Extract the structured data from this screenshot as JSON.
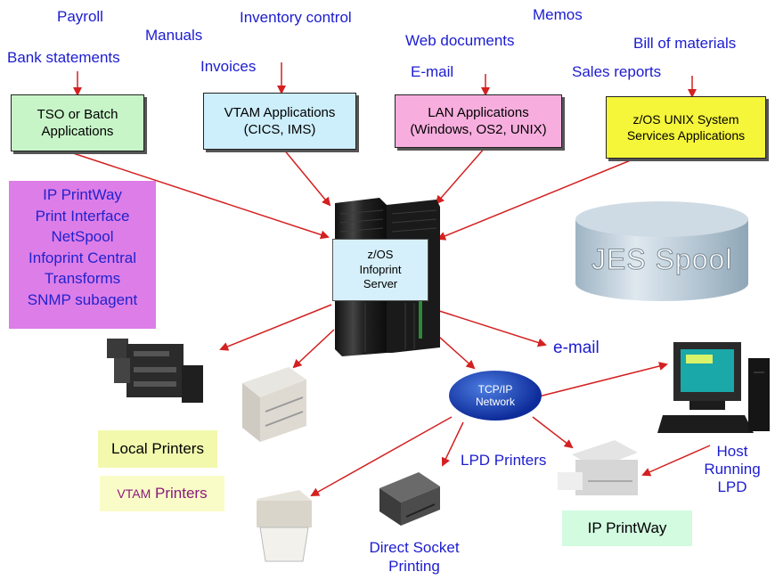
{
  "apps": {
    "tso": {
      "line1": "TSO or Batch",
      "line2": "Applications"
    },
    "vtam": {
      "line1": "VTAM Applications",
      "line2": "(CICS, IMS)"
    },
    "lan": {
      "line1": "LAN Applications",
      "line2": "(Windows, OS2, UNIX)"
    },
    "unix": {
      "line1": "z/OS UNIX System",
      "line2": "Services Applications"
    }
  },
  "documents": {
    "payroll": "Payroll",
    "manuals": "Manuals",
    "bank_statements": "Bank statements",
    "inventory_control": "Inventory control",
    "invoices": "Invoices",
    "memos": "Memos",
    "web_documents": "Web documents",
    "email_in": "E-mail",
    "bill_of_materials": "Bill of materials",
    "sales_reports": "Sales reports"
  },
  "features": [
    "IP PrintWay",
    "Print Interface",
    "NetSpool",
    "Infoprint Central",
    "Transforms",
    "SNMP subagent"
  ],
  "server": {
    "line1": "z/OS",
    "line2": "Infoprint",
    "line3": "Server"
  },
  "jes_spool": "JES Spool",
  "network": {
    "line1": "TCP/IP",
    "line2": "Network"
  },
  "outputs": {
    "email_out": "e-mail",
    "local_printers": "Local Printers",
    "vtam_prefix": "VTAM",
    "vtam_suffix": " Printers",
    "lpd_printers": "LPD Printers",
    "direct_socket_1": "Direct Socket",
    "direct_socket_2": "Printing",
    "host_1": "Host",
    "host_2": "Running",
    "host_3": "LPD",
    "ip_printway": "IP PrintWay"
  },
  "colors": {
    "tso_fill": "#c8f5c8",
    "vtam_fill": "#cdeefb",
    "lan_fill": "#f7aede",
    "unix_fill": "#f5f53a",
    "features_fill": "#dd7de8",
    "label_text": "#1c1cd0",
    "arrow": "#d42020"
  }
}
